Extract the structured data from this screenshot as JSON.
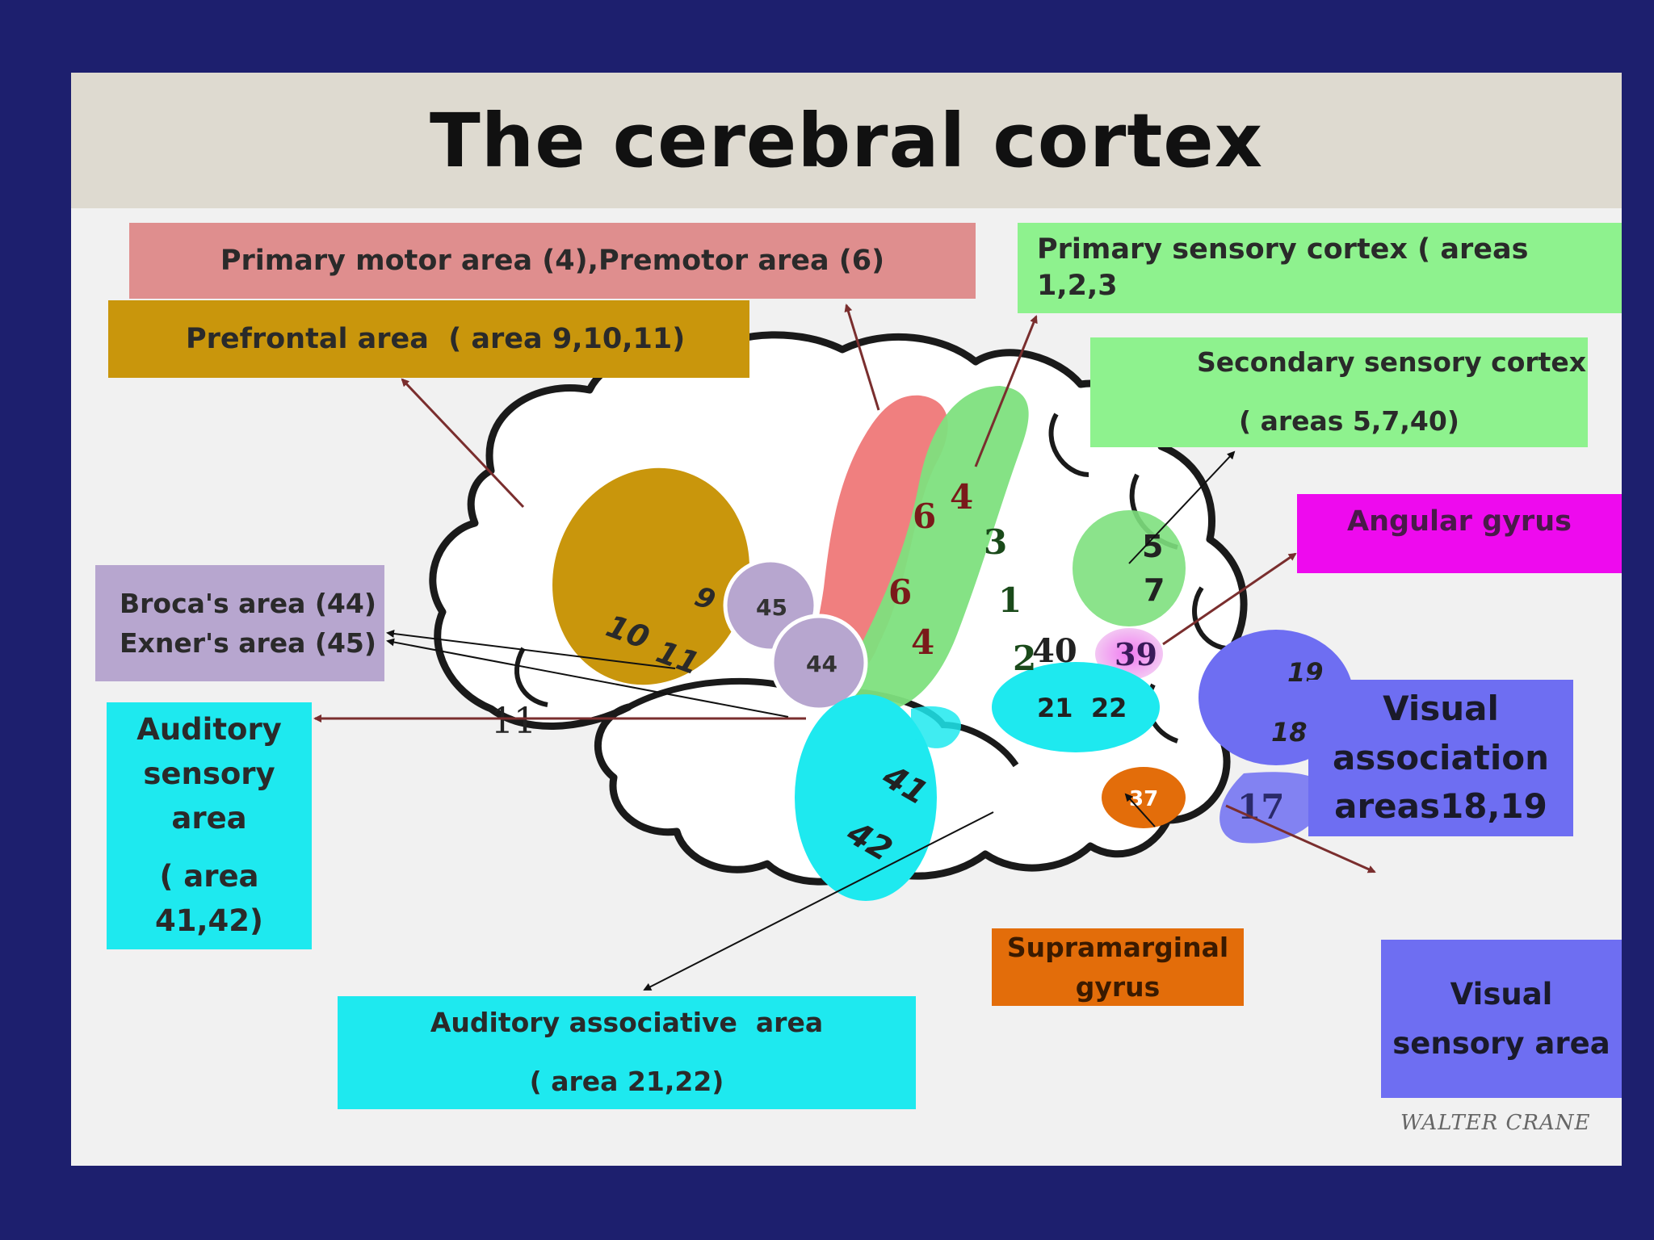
{
  "title": "The cerebral cortex",
  "labels": {
    "primary_motor": "Primary motor area (4),Premotor area (6)",
    "primary_sensory": [
      "Primary sensory cortex ( areas",
      "1,2,3"
    ],
    "prefrontal": "Prefrontal area  ( area 9,10,11)",
    "secondary_sensory": [
      "Secondary sensory cortex",
      "( areas 5,7,40)"
    ],
    "angular": "Angular gyrus",
    "broca": [
      "Broca's area (44)",
      "Exner's area (45)"
    ],
    "auditory_sensory": [
      "Auditory",
      "sensory",
      "area",
      "( area",
      "41,42)"
    ],
    "visual_association": [
      "Visual",
      "association",
      "areas18,19"
    ],
    "supramarginal": [
      "Supramarginal",
      "gyrus"
    ],
    "auditory_associative": [
      "Auditory associative  area",
      "( area 21,22)"
    ],
    "visual_sensory": [
      "Visual",
      "sensory area"
    ]
  },
  "area_numbers": {
    "pf9": "9",
    "pf10": "10",
    "pf11": "11",
    "a45": "45",
    "a44": "44",
    "m6a": "6",
    "m4a": "4",
    "m6b": "6",
    "m4b": "4",
    "s3": "3",
    "s1": "1",
    "s2": "2",
    "a5": "5",
    "a7": "7",
    "a40": "40",
    "a39": "39",
    "a41": "41",
    "a42": "42",
    "a2122": "21  22",
    "a19": "19",
    "a18": "18",
    "a37": "37",
    "a17": "17",
    "a11": "11"
  },
  "signature": "WALTER CRANE",
  "colors": {
    "background": "#1d1f6e",
    "prefrontal": "#c9960c",
    "motor": "#ef7474",
    "sensory": "#7ee07e",
    "broca": "#b7a6cf",
    "auditory": "#1ee9ef",
    "angular": "#ee0aee",
    "visual": "#6e6ef2",
    "supramarginal": "#e36d0a"
  }
}
